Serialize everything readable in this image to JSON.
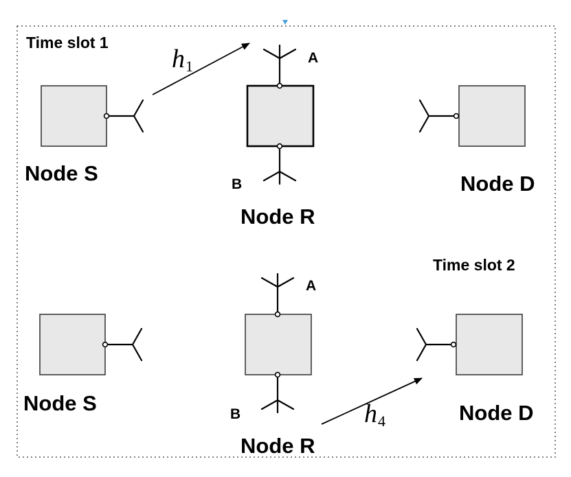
{
  "diagram": {
    "slot1": {
      "title": "Time slot 1",
      "node_s": "Node S",
      "node_r": "Node R",
      "node_d": "Node D",
      "antenna_a": "A",
      "antenna_b": "B",
      "channel": {
        "base": "h",
        "sub": "1"
      }
    },
    "slot2": {
      "title": "Time slot 2",
      "node_s": "Node S",
      "node_r": "Node R",
      "node_d": "Node D",
      "antenna_a": "A",
      "antenna_b": "B",
      "channel": {
        "base": "h",
        "sub": "4"
      }
    },
    "colors": {
      "node_fill": "#e8e8e8",
      "marker": "#4aa3df"
    }
  }
}
